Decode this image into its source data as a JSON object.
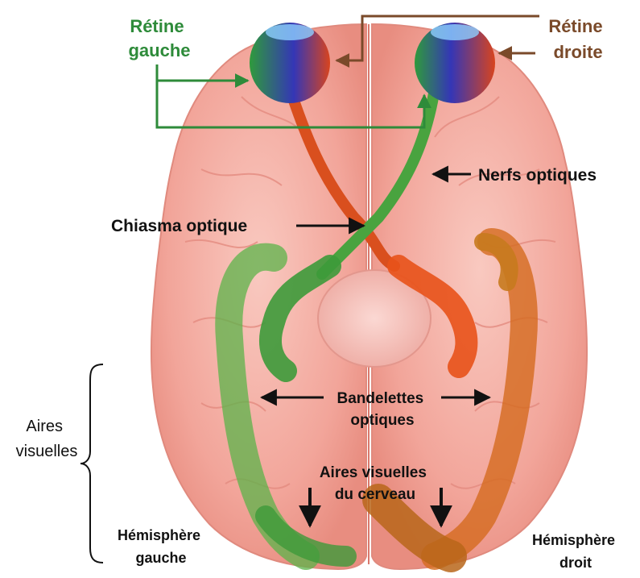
{
  "labels": {
    "retina_left_l1": "Rétine",
    "retina_left_l2": "gauche",
    "retina_right_l1": "Rétine",
    "retina_right_l2": "droite",
    "optic_nerves": "Nerfs optiques",
    "optic_chiasm": "Chiasma optique",
    "optic_tracts_l1": "Bandelettes",
    "optic_tracts_l2": "optiques",
    "visual_areas_side_l1": "Aires",
    "visual_areas_side_l2": "visuelles",
    "brain_visual_areas_l1": "Aires visuelles",
    "brain_visual_areas_l2": "du cerveau",
    "hemisphere_left_l1": "Hémisphère",
    "hemisphere_left_l2": "gauche",
    "hemisphere_right_l1": "Hémisphère",
    "hemisphere_right_l2": "droit"
  },
  "colors": {
    "left_pathway": "#3d9a3a",
    "right_pathway": "#e8521a",
    "brain": "#f2a9a0",
    "retina_left_label": "#2e8b3a",
    "retina_right_label": "#7a4a2a",
    "arrows": "#111111"
  }
}
